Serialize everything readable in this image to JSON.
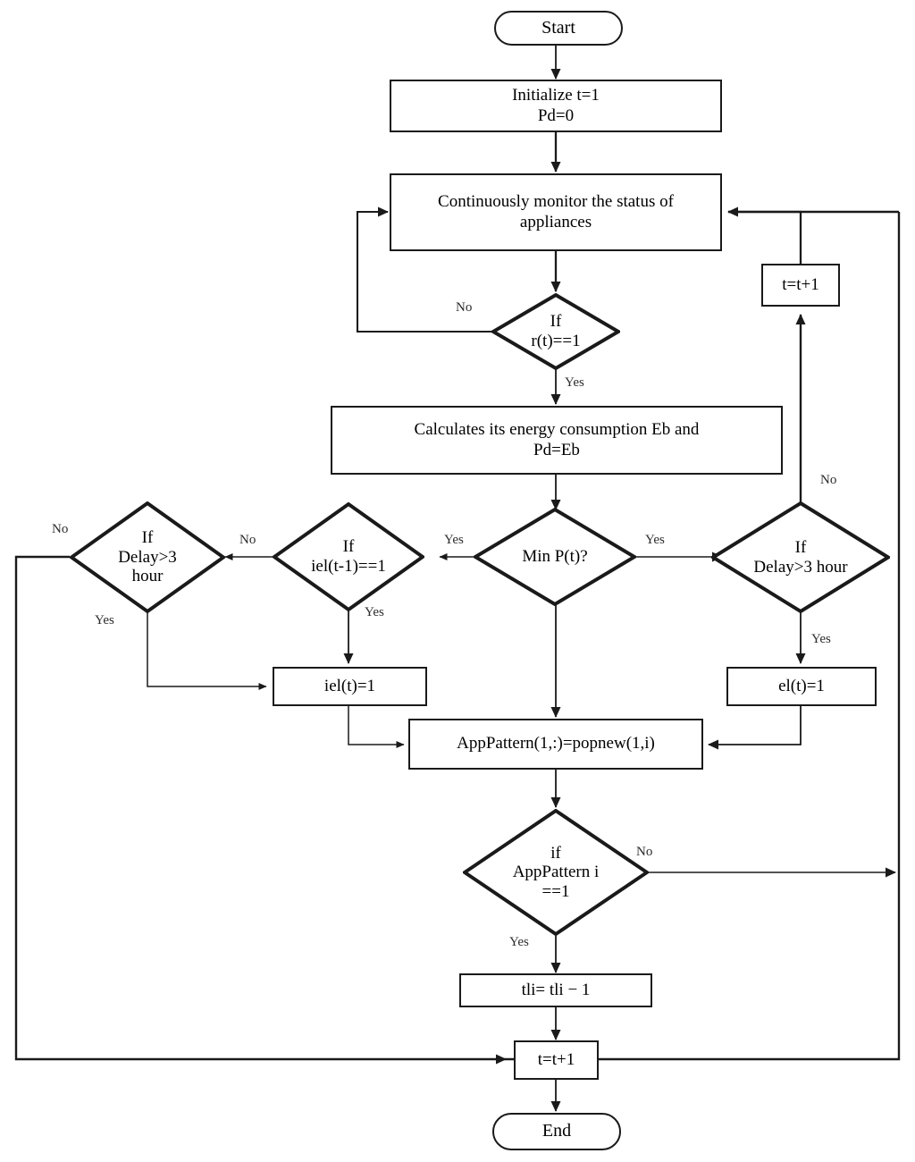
{
  "diagram": {
    "type": "flowchart",
    "title": "Appliance scheduling / energy management flowchart",
    "colors": {
      "stroke": "#1a1a1a",
      "background": "#ffffff",
      "text": "#000000",
      "label_text": "#2b2b2b"
    },
    "nodes": {
      "start": {
        "shape": "terminator",
        "label": "Start"
      },
      "initialize": {
        "shape": "process",
        "line1": "Initialize t=1",
        "line2": "Pd=0"
      },
      "monitor": {
        "shape": "process",
        "line1": "Continuously monitor the status of",
        "line2": "appliances"
      },
      "if_rt": {
        "shape": "decision",
        "line1": "If",
        "line2": "r(t)==1"
      },
      "calc_energy": {
        "shape": "process",
        "line1": "Calculates its energy consumption Eb and",
        "line2": "Pd=Eb"
      },
      "t_plus_1_top": {
        "shape": "process",
        "label": "t=t+1"
      },
      "delay_left": {
        "shape": "decision",
        "line1": "If",
        "line2": "Delay>3",
        "line3": "hour"
      },
      "if_iel": {
        "shape": "decision",
        "line1": "If",
        "line2": "iel(t-1)==1"
      },
      "min_pt": {
        "shape": "decision",
        "label": "Min P(t)?"
      },
      "delay_right": {
        "shape": "decision",
        "line1": "If",
        "line2": "Delay>3 hour"
      },
      "iel_set": {
        "shape": "process",
        "label": "iel(t)=1"
      },
      "el_set": {
        "shape": "process",
        "label": "el(t)=1"
      },
      "apppattern": {
        "shape": "process",
        "label": "AppPattern(1,:)=popnew(1,i)"
      },
      "if_apppattern": {
        "shape": "decision",
        "line1": "if",
        "line2": "AppPattern i",
        "line3": "==1"
      },
      "tli": {
        "shape": "process",
        "label": "tli= tli − 1"
      },
      "t_plus_1_bottom": {
        "shape": "process",
        "label": "t=t+1"
      },
      "end": {
        "shape": "terminator",
        "label": "End"
      }
    },
    "edge_labels": {
      "rt_no": "No",
      "rt_yes": "Yes",
      "min_yes_left": "Yes",
      "min_yes_right": "Yes",
      "iel_no": "No",
      "iel_yes": "Yes",
      "delay_left_no": "No",
      "delay_left_yes": "Yes",
      "delay_right_no": "No",
      "delay_right_yes": "Yes",
      "app_no": "No",
      "app_yes": "Yes"
    }
  }
}
